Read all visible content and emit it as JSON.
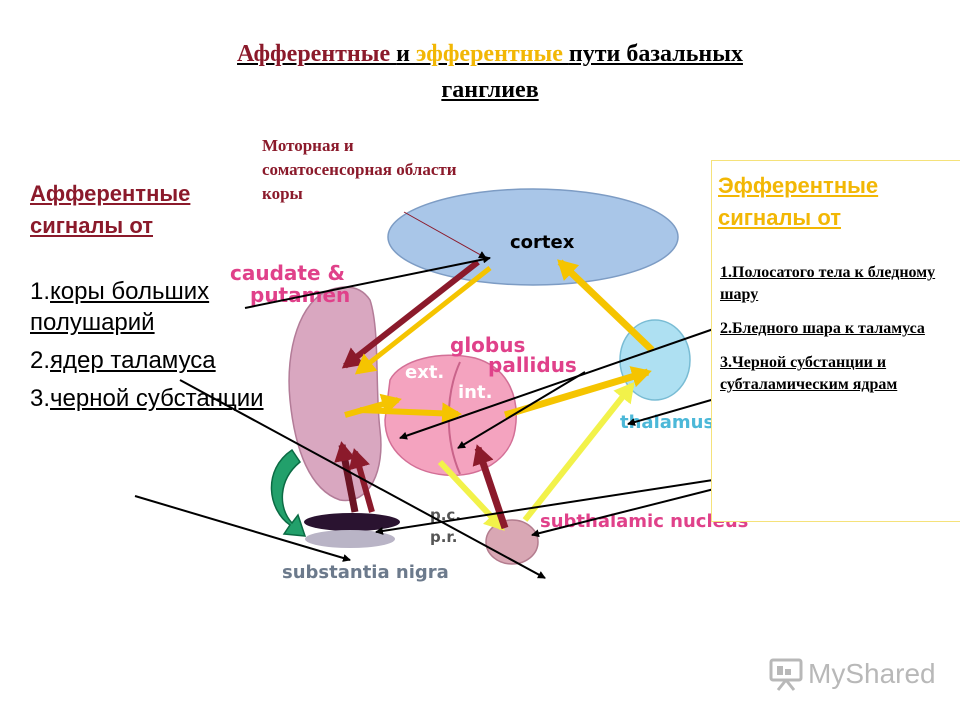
{
  "title": {
    "part1": "Афферентные ",
    "part2": "и ",
    "part3": "эфферентные ",
    "part4": "пути базальных",
    "line2": "ганглиев"
  },
  "motor_label": "Моторная и соматосенсорная области коры",
  "afferent": {
    "heading": "Афферентные сигналы от",
    "items": [
      {
        "num": "1.",
        "text": "коры больших полушарий"
      },
      {
        "num": "2.",
        "text": "ядер таламуса"
      },
      {
        "num": "3.",
        "text": "черной субстанции"
      }
    ]
  },
  "efferent": {
    "heading": "Эфферентные сигналы от",
    "items": [
      "1.Полосатого тела к бледному шару",
      "2.Бледного шара к таламуса",
      "3.Черной субстанции и субталамическим ядрам"
    ]
  },
  "diagram_labels": {
    "cortex": "cortex",
    "caudate": "caudate &",
    "putamen": "putamen",
    "globus": "globus",
    "pallidus": "pallidus",
    "ext": "ext.",
    "int": "int.",
    "thalamus": "thalamus",
    "pc": "p.c.",
    "pr": "p.r.",
    "substantia": "substantia nigra",
    "subthalamic": "subthalamic nucleus"
  },
  "logo": {
    "text": "MyShared",
    "icon": "presentation-board-icon"
  },
  "colors": {
    "dark_red": "#8b1a2b",
    "yellow": "#f2b705",
    "cortex_fill": "#a9c6e8",
    "striatum_fill": "#d9a7c0",
    "pallidus_fill": "#f4a3bf",
    "thalamus_fill": "#aee0f2",
    "label_pink": "#e0418a"
  }
}
